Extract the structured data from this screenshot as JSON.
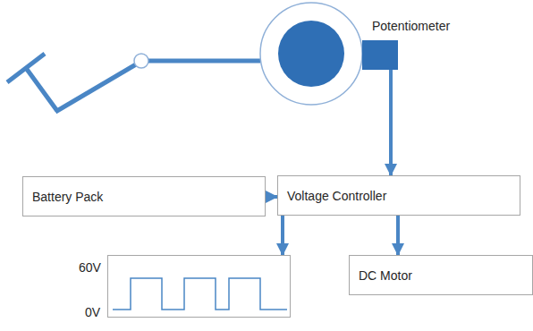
{
  "diagram": {
    "nodes": [
      {
        "text": [
          "Potentiometer"
        ]
      },
      {
        "text": [
          "Battery Pack"
        ]
      },
      {
        "text": [
          "Voltage Controller"
        ]
      },
      {
        "text": [
          "60V",
          "0V"
        ]
      },
      {
        "text": [
          "DC Motor"
        ]
      }
    ],
    "edges": [
      {
        "from": 0,
        "to": 2,
        "arrow": "to"
      },
      {
        "from": 1,
        "to": 2,
        "arrow": "to"
      },
      {
        "from": 2,
        "to": 3,
        "arrow": "to"
      },
      {
        "from": 2,
        "to": 4,
        "arrow": "to"
      }
    ]
  }
}
